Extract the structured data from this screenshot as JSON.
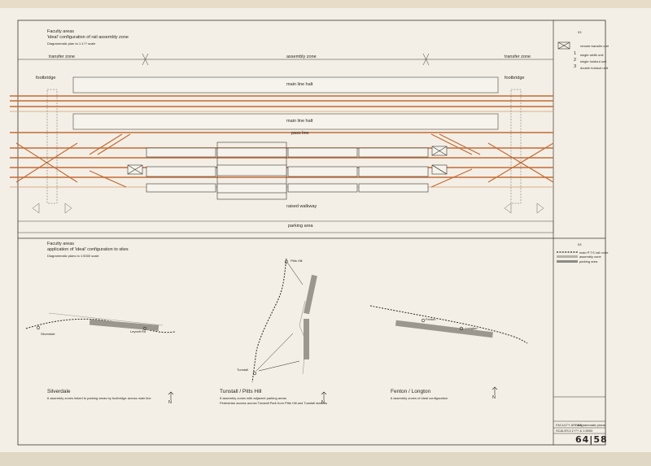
{
  "top": {
    "heading_line1": "Faculty areas",
    "heading_line2": "'ideal' configuration of rail assembly zone",
    "heading_line3": "Diagrammatic plan to 1:1?? scale",
    "zone_left": "transfer zone",
    "zone_center": "assembly zone",
    "zone_right": "transfer zone",
    "footbridge_left": "footbridge",
    "footbridge_right": "footbridge",
    "main_line_halt_1": "main line halt",
    "main_line_halt_2": "main line halt",
    "pass_line": "pass line",
    "raised_walkway": "raised walkway",
    "parking_area": "parking area"
  },
  "legend_top": {
    "code": "03",
    "items": [
      {
        "mark": "",
        "label": "remote transfer unit"
      },
      {
        "mark": "1",
        "label": "single width unit"
      },
      {
        "mark": "2",
        "label": "single holdout unit"
      },
      {
        "mark": "3",
        "label": "double holdout unit"
      }
    ]
  },
  "bottom": {
    "heading_line1": "Faculty areas",
    "heading_line2": "application of 'ideal' configuration to sites",
    "heading_line3": "Diagrammatic plans to 1:5000 scale",
    "silverdale": {
      "title": "Silverdale",
      "desc": "6 assembly zones linked to parking areas by footbridge across main line",
      "station": "Silverdale",
      "label2": "Leycett Rd"
    },
    "tunstall": {
      "title": "Tunstall / Pitts Hill",
      "desc1": "5 assembly zones with adjacent parking areas",
      "desc2": "Pedestrian access across Tunstall Park from Pitts Hill and Tunstall stations",
      "station_top": "Pitts Hill",
      "station_bottom": "Tunstall"
    },
    "fenton": {
      "title": "Fenton / Longton",
      "desc": "6 assembly zones of ideal configuration",
      "station1": "Fenton",
      "station2": "Longton"
    },
    "north": "N"
  },
  "legend_bottom": {
    "code": "03",
    "items": [
      {
        "label": "main P.T.S rail route"
      },
      {
        "label": "assembly zone"
      },
      {
        "label": "parking area"
      }
    ]
  },
  "title_block": {
    "line1_a": "FACULTY AREAS",
    "line1_b": "diagrammatic plans",
    "line2_a": "SCALES",
    "line2_b": "1:1??? & 1:5000",
    "number": "64|58"
  },
  "colors": {
    "paper": "#f3efe6",
    "ink": "#2b2823",
    "rail": "#c56a34",
    "rail_light": "#d89a6a",
    "grey": "#8c8a84"
  }
}
